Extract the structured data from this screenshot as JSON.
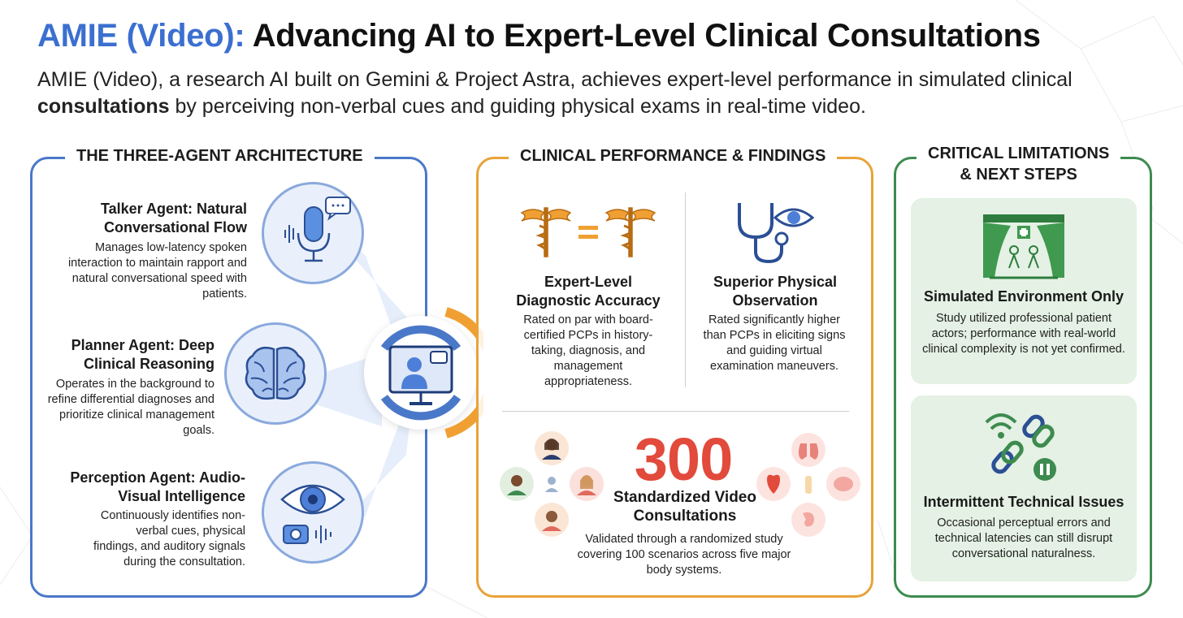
{
  "header": {
    "title_accent": "AMIE (Video):",
    "title_rest": "Advancing AI to Expert-Level Clinical Consultations",
    "subtitle_part1": "AMIE (Video), a research AI built on Gemini & Project Astra, achieves expert-level performance in simulated clinical ",
    "subtitle_bold": "consultations",
    "subtitle_part2": " by perceiving non-verbal cues and guiding physical exams in real-time video."
  },
  "architecture": {
    "heading": "THE THREE-AGENT ARCHITECTURE",
    "agents": [
      {
        "title": "Talker Agent: Natural Conversational Flow",
        "desc": "Manages low-latency spoken interaction to maintain rapport and natural conversational speed with patients.",
        "icon": "microphone-icon"
      },
      {
        "title": "Planner Agent: Deep Clinical Reasoning",
        "desc": "Operates in the background to refine differential diagnoses and prioritize clinical management goals.",
        "icon": "brain-icon"
      },
      {
        "title": "Perception Agent: Audio-Visual Intelligence",
        "desc": "Continuously identifies non-verbal cues, physical findings, and auditory signals during the consultation.",
        "icon": "eye-camera-icon"
      }
    ]
  },
  "performance": {
    "heading": "CLINICAL PERFORMANCE & FINDINGS",
    "diagnostic": {
      "title": "Expert-Level Diagnostic Accuracy",
      "desc": "Rated on par with board-certified PCPs in history-taking, diagnosis, and management appropriateness."
    },
    "physical": {
      "title": "Superior Physical Observation",
      "desc": "Rated significantly higher than PCPs in eliciting signs and guiding virtual examination maneuvers."
    },
    "study": {
      "number": "300",
      "title": "Standardized Video Consultations",
      "desc": "Validated through a randomized study covering 100 scenarios across five major body systems."
    }
  },
  "limitations": {
    "heading": "CRITICAL LIMITATIONS\n& NEXT STEPS",
    "items": [
      {
        "title": "Simulated Environment Only",
        "desc": "Study utilized professional patient actors; performance with real-world clinical complexity is not yet confirmed."
      },
      {
        "title": "Intermittent Technical Issues",
        "desc": "Occasional perceptual errors and technical latencies can still disrupt conversational naturalness."
      }
    ]
  },
  "colors": {
    "blue": "#4a78c9",
    "orange": "#e8a33a",
    "green": "#3d8b4f",
    "red": "#e24a3b"
  }
}
